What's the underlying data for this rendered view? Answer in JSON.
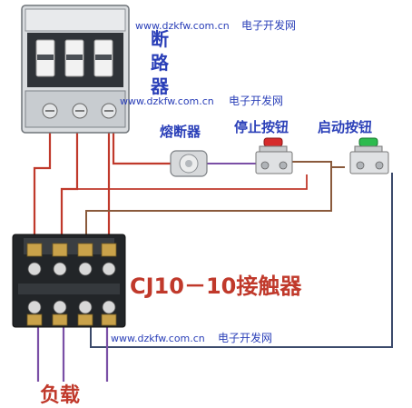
{
  "labels": {
    "breaker_chars": [
      "断",
      "路",
      "器"
    ],
    "fuse": "熔断器",
    "stop_button": "停止按钮",
    "start_button": "启动按钮",
    "contactor": "CJ10－10接触器",
    "load": "负载"
  },
  "watermarks": [
    {
      "url": "www.dzkfw.com.cn",
      "cn": "电子开发网"
    },
    {
      "url": "www.dzkfw.com.cn",
      "cn": "电子开发网"
    },
    {
      "url": "www.dzkfw.com.cn",
      "cn": "电子开发网"
    }
  ],
  "colors": {
    "text_blue": "#2a3fb8",
    "load_red": "#c0392b",
    "wire_red": "#c0392b",
    "wire_purple": "#7a4fa6",
    "wire_brown": "#8a5a3c",
    "wire_dark": "#3b4a6b",
    "stop_button_red": "#d62b2b",
    "start_button_green": "#2dbb4e"
  },
  "icons": {
    "breaker": "circuit-breaker-icon",
    "fuse": "fuse-icon",
    "stop": "stop-pushbutton-icon",
    "start": "start-pushbutton-icon",
    "contactor": "contactor-icon"
  }
}
